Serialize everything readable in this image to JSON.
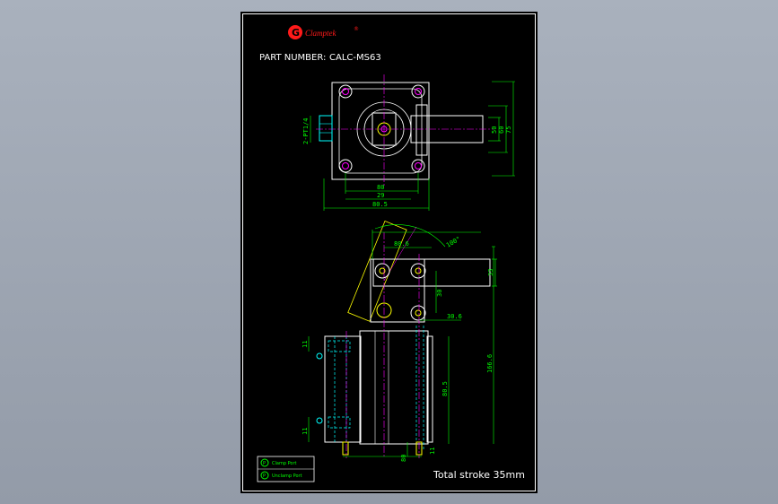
{
  "logo": {
    "brand": "Clamptek",
    "reg_mark": "®",
    "glyph": "G"
  },
  "header": {
    "part_number_label": "PART NUMBER:",
    "part_number_value": "CALC-MS63"
  },
  "footer": {
    "note": "Total stroke 35mm"
  },
  "legend": [
    {
      "label": "Clamp Port",
      "port_code": "P"
    },
    {
      "label": "Unclamp Port",
      "port_code": "P"
    }
  ],
  "top_view_dims": {
    "thread": "2-PT1/4",
    "h_a": "80",
    "h_b": "29",
    "h_c": "80.5",
    "v_a": "50",
    "v_b": "60",
    "v_c": "75"
  },
  "side_view_dims": {
    "angle": "100°",
    "d_a": "80.6",
    "d_b": "33",
    "d_c": "30",
    "d_d": "30.6",
    "d_e": "166.6",
    "d_f": "80.5",
    "d_g": "11",
    "d_h": "11",
    "d_i": "11",
    "d_j": "80"
  },
  "colors": {
    "frame": "#ffffff",
    "outline": "#ffffff",
    "dimension": "#00ff00",
    "centerline": "#ff00ff",
    "hidden": "#00ffff",
    "accent": "#ffff00",
    "logo_red": "#ff1a1a"
  }
}
